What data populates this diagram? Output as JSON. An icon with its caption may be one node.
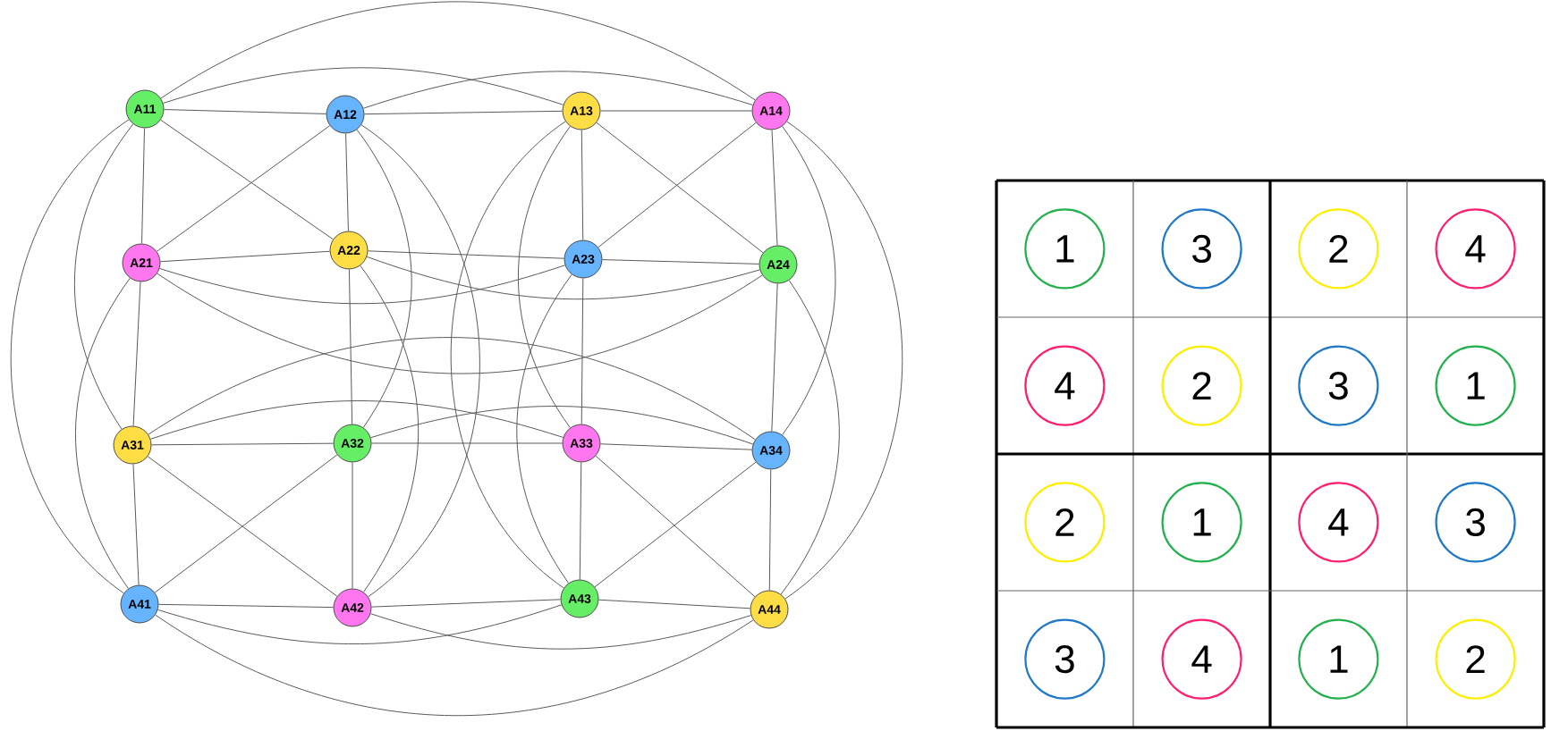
{
  "diagram": {
    "nodes": [
      {
        "text": [
          "A11"
        ]
      },
      {
        "text": [
          "A12"
        ]
      },
      {
        "text": [
          "A13"
        ]
      },
      {
        "text": [
          "A14"
        ]
      },
      {
        "text": [
          "A21"
        ]
      },
      {
        "text": [
          "A22"
        ]
      },
      {
        "text": [
          "A23"
        ]
      },
      {
        "text": [
          "A24"
        ]
      },
      {
        "text": [
          "A31"
        ]
      },
      {
        "text": [
          "A32"
        ]
      },
      {
        "text": [
          "A33"
        ]
      },
      {
        "text": [
          "A34"
        ]
      },
      {
        "text": [
          "A41"
        ]
      },
      {
        "text": [
          "A42"
        ]
      },
      {
        "text": [
          "A43"
        ]
      },
      {
        "text": [
          "A44"
        ]
      },
      {
        "text": [
          "1"
        ]
      },
      {
        "text": [
          "3"
        ]
      },
      {
        "text": [
          "2"
        ]
      },
      {
        "text": [
          "4"
        ]
      },
      {
        "text": [
          "4"
        ]
      },
      {
        "text": [
          "2"
        ]
      },
      {
        "text": [
          "3"
        ]
      },
      {
        "text": [
          "1"
        ]
      },
      {
        "text": [
          "2"
        ]
      },
      {
        "text": [
          "1"
        ]
      },
      {
        "text": [
          "4"
        ]
      },
      {
        "text": [
          "3"
        ]
      },
      {
        "text": [
          "3"
        ]
      },
      {
        "text": [
          "4"
        ]
      },
      {
        "text": [
          "1"
        ]
      },
      {
        "text": [
          "2"
        ]
      }
    ],
    "edges": [
      {
        "from": 0,
        "to": 1,
        "arrow": "none"
      },
      {
        "from": 0,
        "to": 2,
        "arrow": "none"
      },
      {
        "from": 0,
        "to": 3,
        "arrow": "none"
      },
      {
        "from": 1,
        "to": 2,
        "arrow": "none"
      },
      {
        "from": 1,
        "to": 3,
        "arrow": "none"
      },
      {
        "from": 2,
        "to": 3,
        "arrow": "none"
      },
      {
        "from": 4,
        "to": 5,
        "arrow": "none"
      },
      {
        "from": 4,
        "to": 6,
        "arrow": "none"
      },
      {
        "from": 4,
        "to": 7,
        "arrow": "none"
      },
      {
        "from": 5,
        "to": 6,
        "arrow": "none"
      },
      {
        "from": 5,
        "to": 7,
        "arrow": "none"
      },
      {
        "from": 6,
        "to": 7,
        "arrow": "none"
      },
      {
        "from": 8,
        "to": 9,
        "arrow": "none"
      },
      {
        "from": 8,
        "to": 10,
        "arrow": "none"
      },
      {
        "from": 8,
        "to": 11,
        "arrow": "none"
      },
      {
        "from": 9,
        "to": 10,
        "arrow": "none"
      },
      {
        "from": 9,
        "to": 11,
        "arrow": "none"
      },
      {
        "from": 10,
        "to": 11,
        "arrow": "none"
      },
      {
        "from": 12,
        "to": 13,
        "arrow": "none"
      },
      {
        "from": 12,
        "to": 14,
        "arrow": "none"
      },
      {
        "from": 12,
        "to": 15,
        "arrow": "none"
      },
      {
        "from": 13,
        "to": 14,
        "arrow": "none"
      },
      {
        "from": 13,
        "to": 15,
        "arrow": "none"
      },
      {
        "from": 14,
        "to": 15,
        "arrow": "none"
      },
      {
        "from": 0,
        "to": 4,
        "arrow": "none"
      },
      {
        "from": 0,
        "to": 8,
        "arrow": "none"
      },
      {
        "from": 0,
        "to": 12,
        "arrow": "none"
      },
      {
        "from": 4,
        "to": 8,
        "arrow": "none"
      },
      {
        "from": 4,
        "to": 12,
        "arrow": "none"
      },
      {
        "from": 8,
        "to": 12,
        "arrow": "none"
      },
      {
        "from": 1,
        "to": 5,
        "arrow": "none"
      },
      {
        "from": 1,
        "to": 9,
        "arrow": "none"
      },
      {
        "from": 1,
        "to": 13,
        "arrow": "none"
      },
      {
        "from": 5,
        "to": 9,
        "arrow": "none"
      },
      {
        "from": 5,
        "to": 13,
        "arrow": "none"
      },
      {
        "from": 9,
        "to": 13,
        "arrow": "none"
      },
      {
        "from": 2,
        "to": 6,
        "arrow": "none"
      },
      {
        "from": 2,
        "to": 10,
        "arrow": "none"
      },
      {
        "from": 2,
        "to": 14,
        "arrow": "none"
      },
      {
        "from": 6,
        "to": 10,
        "arrow": "none"
      },
      {
        "from": 6,
        "to": 14,
        "arrow": "none"
      },
      {
        "from": 10,
        "to": 14,
        "arrow": "none"
      },
      {
        "from": 3,
        "to": 7,
        "arrow": "none"
      },
      {
        "from": 3,
        "to": 11,
        "arrow": "none"
      },
      {
        "from": 3,
        "to": 15,
        "arrow": "none"
      },
      {
        "from": 7,
        "to": 11,
        "arrow": "none"
      },
      {
        "from": 7,
        "to": 15,
        "arrow": "none"
      },
      {
        "from": 11,
        "to": 15,
        "arrow": "none"
      },
      {
        "from": 0,
        "to": 5,
        "arrow": "none"
      },
      {
        "from": 1,
        "to": 4,
        "arrow": "none"
      },
      {
        "from": 2,
        "to": 7,
        "arrow": "none"
      },
      {
        "from": 3,
        "to": 6,
        "arrow": "none"
      },
      {
        "from": 8,
        "to": 13,
        "arrow": "none"
      },
      {
        "from": 9,
        "to": 12,
        "arrow": "none"
      },
      {
        "from": 10,
        "to": 15,
        "arrow": "none"
      },
      {
        "from": 11,
        "to": 14,
        "arrow": "none"
      }
    ]
  }
}
